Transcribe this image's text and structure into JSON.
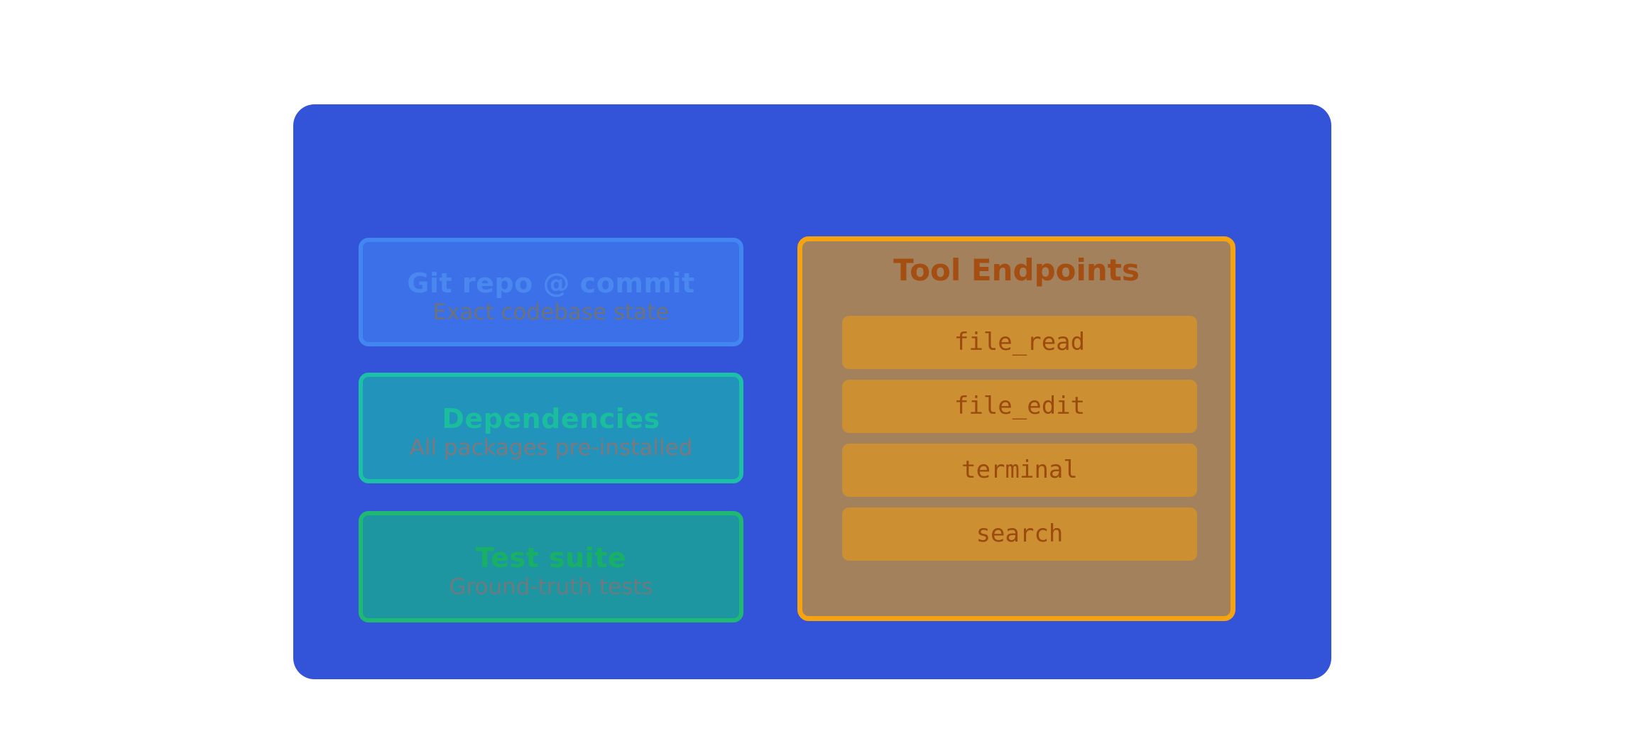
{
  "diagram": {
    "environment_boxes": [
      {
        "id": "git-repo",
        "title": "Git repo @ commit",
        "subtitle": "Exact codebase state"
      },
      {
        "id": "dependencies",
        "title": "Dependencies",
        "subtitle": "All packages pre-installed"
      },
      {
        "id": "test-suite",
        "title": "Test suite",
        "subtitle": "Ground-truth tests"
      }
    ],
    "tool_panel": {
      "title": "Tool Endpoints",
      "endpoints": [
        "file_read",
        "file_edit",
        "terminal",
        "search"
      ]
    }
  },
  "colors": {
    "canvas_bg": "#ffffff",
    "container_bg": "#3354d8",
    "git_box_bg": "#3b70e8",
    "git_box_border": "#4287f0",
    "git_title": "#4a87ee",
    "git_subtitle": "#6d7378",
    "deps_box_bg": "#2293ba",
    "deps_box_border": "#1cc0a4",
    "deps_title": "#1abd9d",
    "deps_subtitle": "#7e787d",
    "test_box_bg": "#1e96a1",
    "test_box_border": "#1fb973",
    "test_title": "#17b065",
    "test_subtitle": "#6e7a7d",
    "panel_bg": "#a3815d",
    "panel_border": "#f6a312",
    "panel_title": "#a44e12",
    "endpoint_bg": "#cc9033",
    "endpoint_text": "#9c4a0e"
  }
}
